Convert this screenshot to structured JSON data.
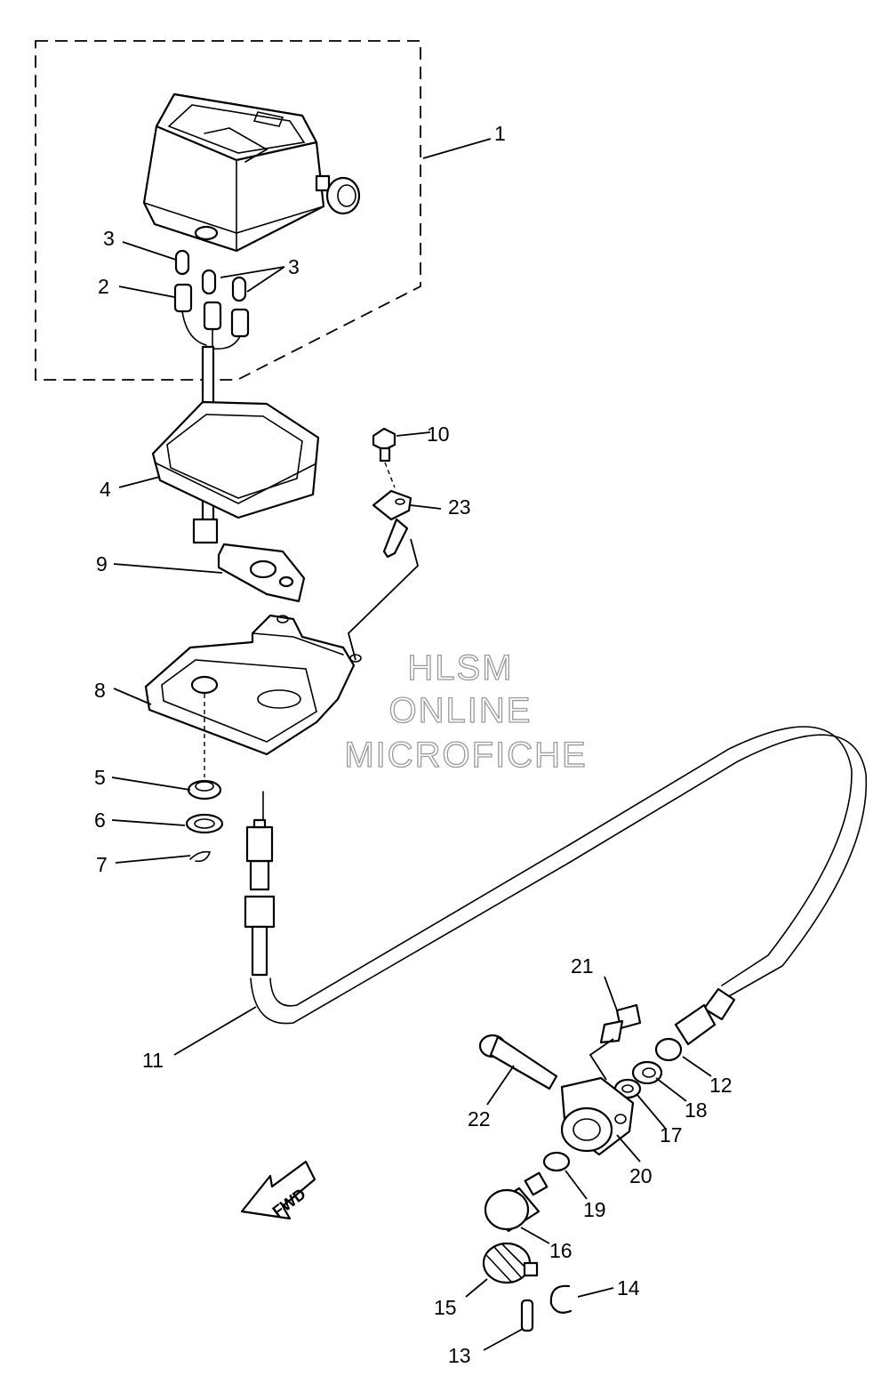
{
  "diagram": {
    "callouts": [
      {
        "id": "1",
        "text": "1"
      },
      {
        "id": "2",
        "text": "2"
      },
      {
        "id": "3a",
        "text": "3"
      },
      {
        "id": "3b",
        "text": "3"
      },
      {
        "id": "4",
        "text": "4"
      },
      {
        "id": "5",
        "text": "5"
      },
      {
        "id": "6",
        "text": "6"
      },
      {
        "id": "7",
        "text": "7"
      },
      {
        "id": "8",
        "text": "8"
      },
      {
        "id": "9",
        "text": "9"
      },
      {
        "id": "10",
        "text": "10"
      },
      {
        "id": "11",
        "text": "11"
      },
      {
        "id": "12",
        "text": "12"
      },
      {
        "id": "13",
        "text": "13"
      },
      {
        "id": "14",
        "text": "14"
      },
      {
        "id": "15",
        "text": "15"
      },
      {
        "id": "16",
        "text": "16"
      },
      {
        "id": "17",
        "text": "17"
      },
      {
        "id": "18",
        "text": "18"
      },
      {
        "id": "19",
        "text": "19"
      },
      {
        "id": "20",
        "text": "20"
      },
      {
        "id": "21",
        "text": "21"
      },
      {
        "id": "22",
        "text": "22"
      },
      {
        "id": "23",
        "text": "23"
      }
    ],
    "direction_marker": "FWD"
  },
  "watermark": {
    "line1": "HLSM",
    "line2": "ONLINE",
    "line3": "MICROFICHE",
    "stroke_color": "#9a9a9a"
  }
}
